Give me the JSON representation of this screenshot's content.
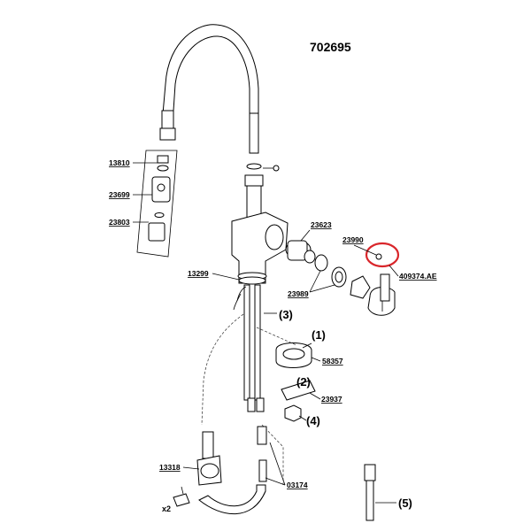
{
  "diagram": {
    "model_number": "702695",
    "highlight_color": "#d9262b",
    "part_numbers": {
      "p13810": "13810",
      "p23699": "23699",
      "p23803": "23803",
      "p23623": "23623",
      "p23990": "23990",
      "p409374": "409374.AE",
      "p13299": "13299",
      "p23989": "23989",
      "p58357": "58357",
      "p23937": "23937",
      "p13318": "13318",
      "p03174": "03174"
    },
    "refs": {
      "r1": "(1)",
      "r2": "(2)",
      "r3": "(3)",
      "r4": "(4)",
      "r5": "(5)",
      "x2": "x2"
    }
  }
}
